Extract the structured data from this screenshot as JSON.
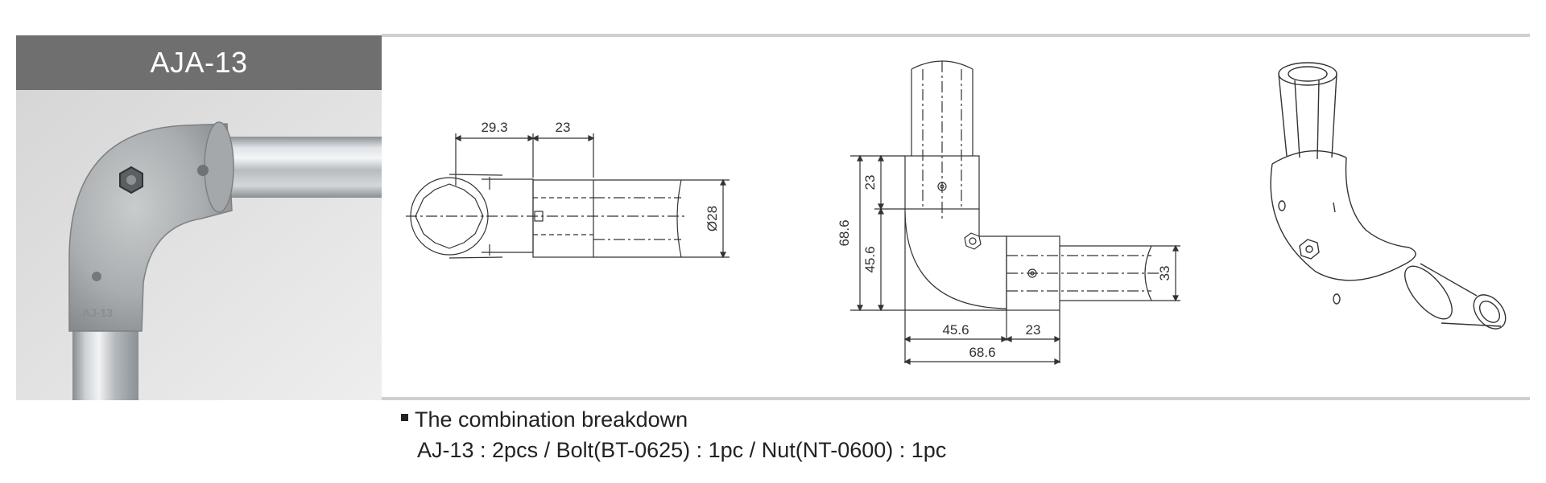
{
  "product": {
    "code": "AJA-13"
  },
  "dimensions": {
    "side_a": "29.3",
    "side_b": "23",
    "diameter": "Ø28",
    "height_total": "68.6",
    "height_upper": "23",
    "height_lower": "45.6",
    "right_height": "33",
    "bottom_a": "45.6",
    "bottom_b": "23",
    "bottom_total": "68.6"
  },
  "photo": {
    "embossed_text": "AJ-13"
  },
  "notes": {
    "heading": "The combination breakdown",
    "detail": "AJ-13 : 2pcs / Bolt(BT-0625) : 1pc / Nut(NT-0600) : 1pc"
  },
  "colors": {
    "title_bg": "#6f6f6f",
    "rule": "#cfcfcf",
    "line": "#333333"
  }
}
